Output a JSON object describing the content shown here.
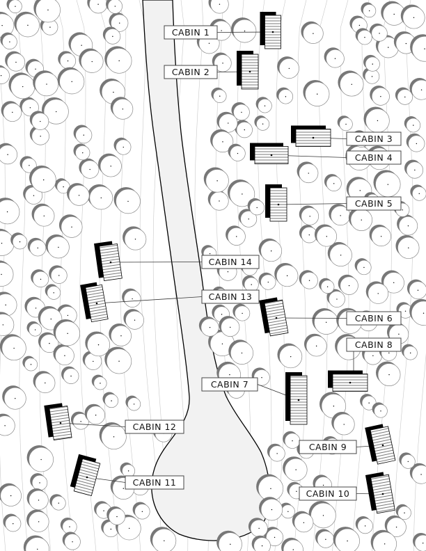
{
  "title": "Site plan",
  "cabins": [
    {
      "label": "CABIN 1"
    },
    {
      "label": "CABIN 2"
    },
    {
      "label": "CABIN 3"
    },
    {
      "label": "CABIN 4"
    },
    {
      "label": "CABIN 5"
    },
    {
      "label": "CABIN 6"
    },
    {
      "label": "CABIN 7"
    },
    {
      "label": "CABIN 8"
    },
    {
      "label": "CABIN 9"
    },
    {
      "label": "CABIN 10"
    },
    {
      "label": "CABIN 11"
    },
    {
      "label": "CABIN 12"
    },
    {
      "label": "CABIN 13"
    },
    {
      "label": "CABIN 14"
    }
  ],
  "colors": {
    "water": "#f2f2f2",
    "shadow": "#777777",
    "building": "#000000",
    "contour": "#c8c8c8"
  }
}
